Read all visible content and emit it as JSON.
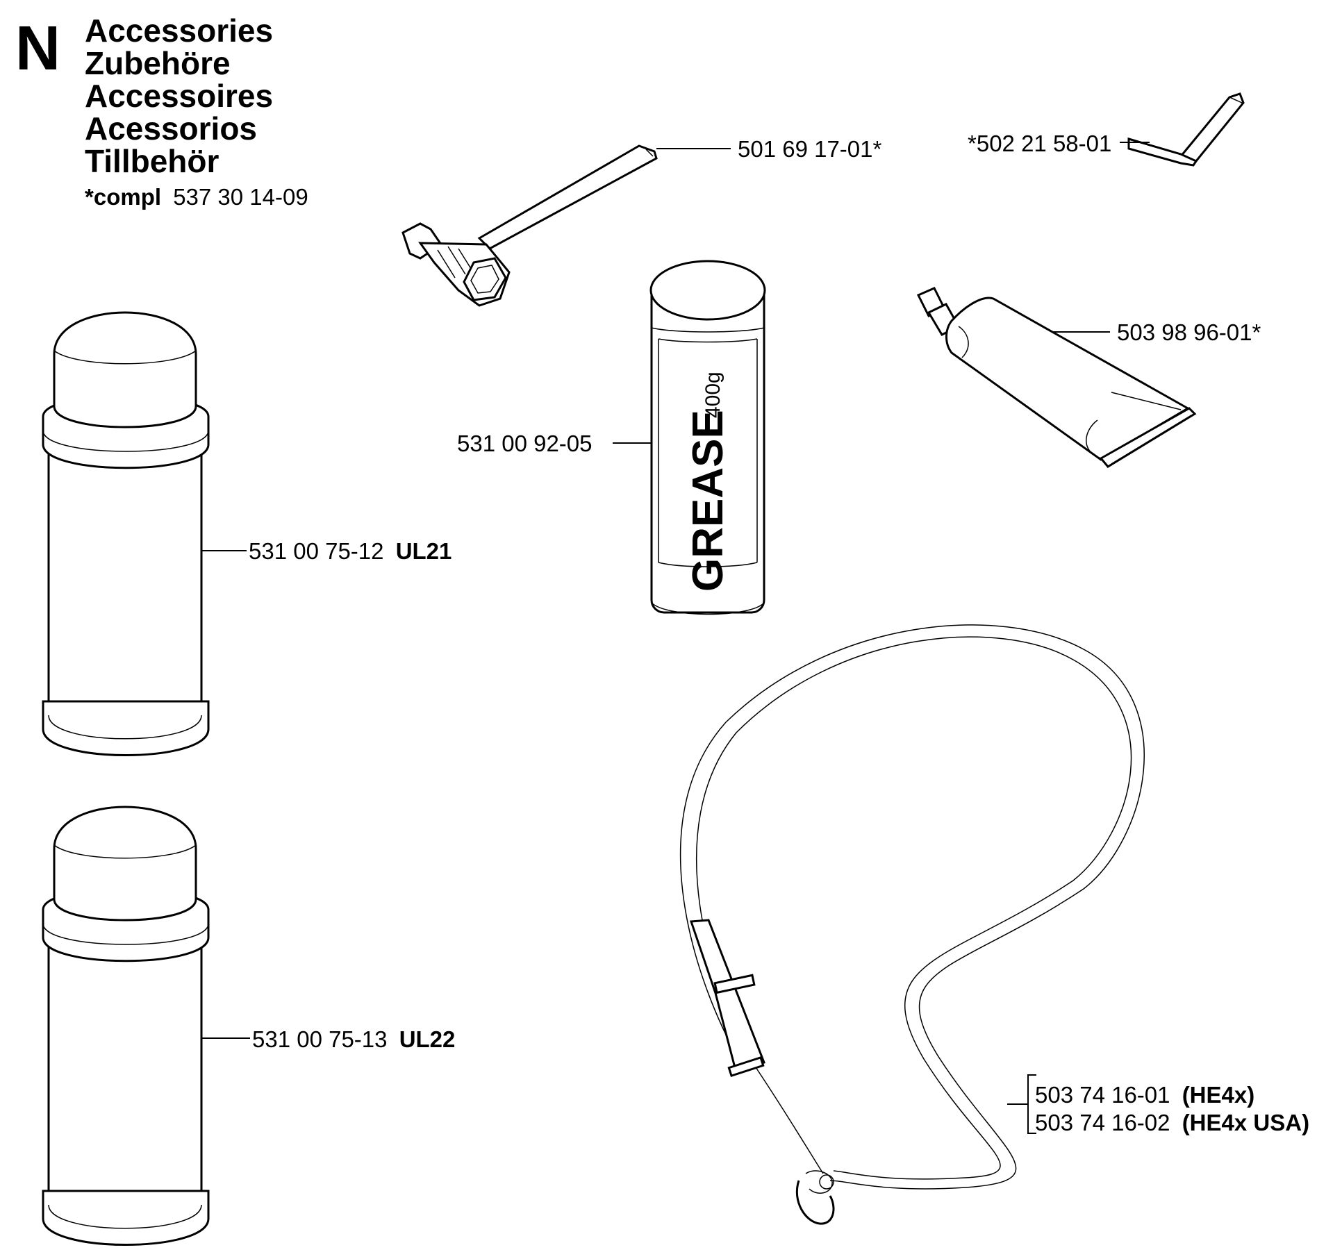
{
  "section": {
    "letter": "N",
    "titles": [
      "Accessories",
      "Zubehöre",
      "Accessoires",
      "Acessorios",
      "Tillbehör"
    ],
    "note_bold": "*compl",
    "note_number": "537 30 14-09"
  },
  "parts": {
    "screwdriver_wrench": {
      "number": "501 69 17-01*"
    },
    "hex_key": {
      "number": "*502 21 58-01"
    },
    "grease_tube": {
      "number": "503 98 96-01*"
    },
    "grease_cartridge": {
      "number": "531 00 92-05",
      "text": "GREASE",
      "size": "400g"
    },
    "spray_can_1": {
      "number": "531 00 75-12",
      "suffix": "UL21"
    },
    "spray_can_2": {
      "number": "531 00 75-13",
      "suffix": "UL22"
    },
    "harness_1": {
      "number": "503 74 16-01",
      "suffix": "(HE4x)"
    },
    "harness_2": {
      "number": "503 74 16-02",
      "suffix": "(HE4x USA)"
    }
  }
}
